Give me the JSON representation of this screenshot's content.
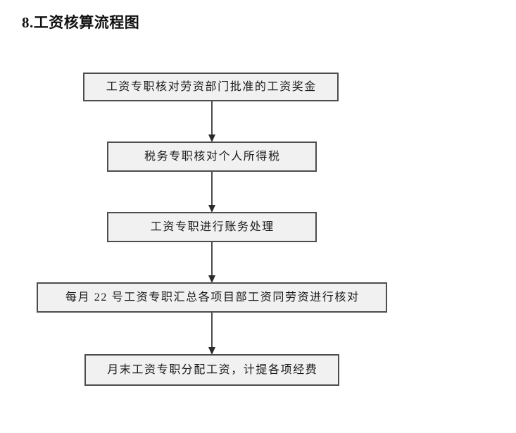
{
  "document": {
    "title": "8.工资核算流程图"
  },
  "chart_data": {
    "type": "flowchart",
    "title": "8.工资核算流程图",
    "orientation": "top-to-bottom",
    "node_style": {
      "shape": "rectangle",
      "fill": "#f1f1f1",
      "border": "#4d4d4d",
      "text_color": "#1a1a1a"
    },
    "connector_style": {
      "line": "#4d4d4d",
      "arrowhead": "#2b2b2b",
      "type": "straight-vertical-arrow"
    },
    "nodes": [
      {
        "id": "step-1",
        "label": "工资专职核对劳资部门批准的工资奖金"
      },
      {
        "id": "step-2",
        "label": "税务专职核对个人所得税"
      },
      {
        "id": "step-3",
        "label": "工资专职进行账务处理"
      },
      {
        "id": "step-4",
        "label": "每月 22 号工资专职汇总各项目部工资同劳资进行核对"
      },
      {
        "id": "step-5",
        "label": "月末工资专职分配工资，计提各项经费"
      }
    ],
    "edges": [
      {
        "from": "step-1",
        "to": "step-2",
        "label": ""
      },
      {
        "from": "step-2",
        "to": "step-3",
        "label": ""
      },
      {
        "from": "step-3",
        "to": "step-4",
        "label": ""
      },
      {
        "from": "step-4",
        "to": "step-5",
        "label": ""
      }
    ]
  }
}
